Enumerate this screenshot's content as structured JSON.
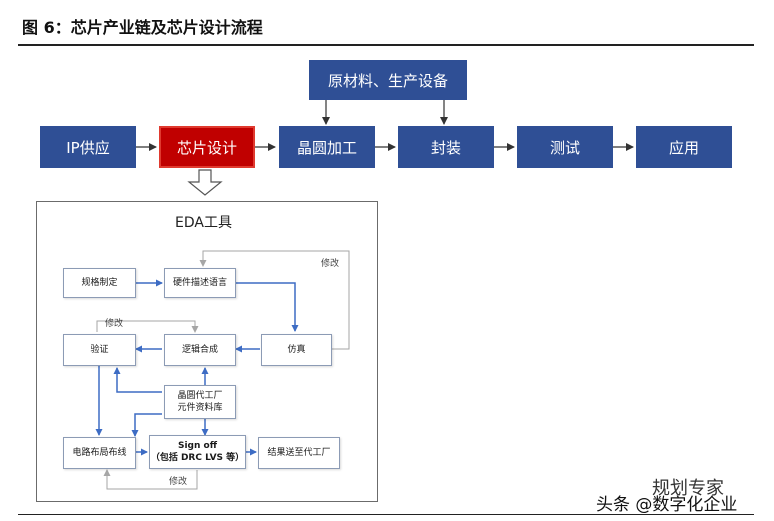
{
  "title": "图 6：芯片产业链及芯片设计流程",
  "chain": {
    "top": "原材料、生产设备",
    "steps": [
      "IP供应",
      "芯片设计",
      "晶圆加工",
      "封装",
      "测试",
      "应用"
    ]
  },
  "eda": {
    "title": "EDA工具",
    "spec": "规格制定",
    "hdl": "硬件描述语言",
    "sim": "仿真",
    "synth": "逻辑合成",
    "verify": "验证",
    "foundry_line1": "晶圆代工厂",
    "foundry_line2": "元件资料库",
    "layout": "电路布局布线",
    "signoff_line1": "Sign off",
    "signoff_line2": "（包括 DRC LVS 等）",
    "result": "结果送至代工厂",
    "modify": "修改"
  },
  "watermark": {
    "line1": "规划专家",
    "line2": "头条 @数字化企业"
  },
  "colors": {
    "blue": "#2f4f95",
    "red": "#c00000",
    "flow_arrow": "#3d6cc4",
    "feedback": "#a6a6a6"
  }
}
